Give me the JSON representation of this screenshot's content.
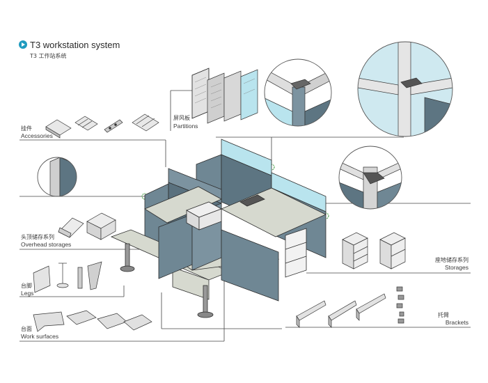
{
  "header": {
    "title": "T3 workstation system",
    "subtitle": "T3 工作站系统"
  },
  "labels": {
    "partitions": {
      "zh": "屏风板",
      "en": "Partitions"
    },
    "accessories": {
      "zh": "挂件",
      "en": "Accessories"
    },
    "overhead": {
      "zh": "头顶储存系列",
      "en": "Overhead storages"
    },
    "legs": {
      "zh": "台脚",
      "en": "Legs"
    },
    "surfaces": {
      "zh": "台面",
      "en": "Work surfaces"
    },
    "storages": {
      "zh": "座地储存系列",
      "en": "Storages"
    },
    "brackets": {
      "zh": "托臂",
      "en": "Brackets"
    }
  },
  "colors": {
    "accent": "#1f9bbf",
    "panel": "#6f8794",
    "panel_dark": "#4f6572",
    "glass": "#b9e4ee",
    "desk": "#d6d9cf",
    "line": "#333333"
  }
}
